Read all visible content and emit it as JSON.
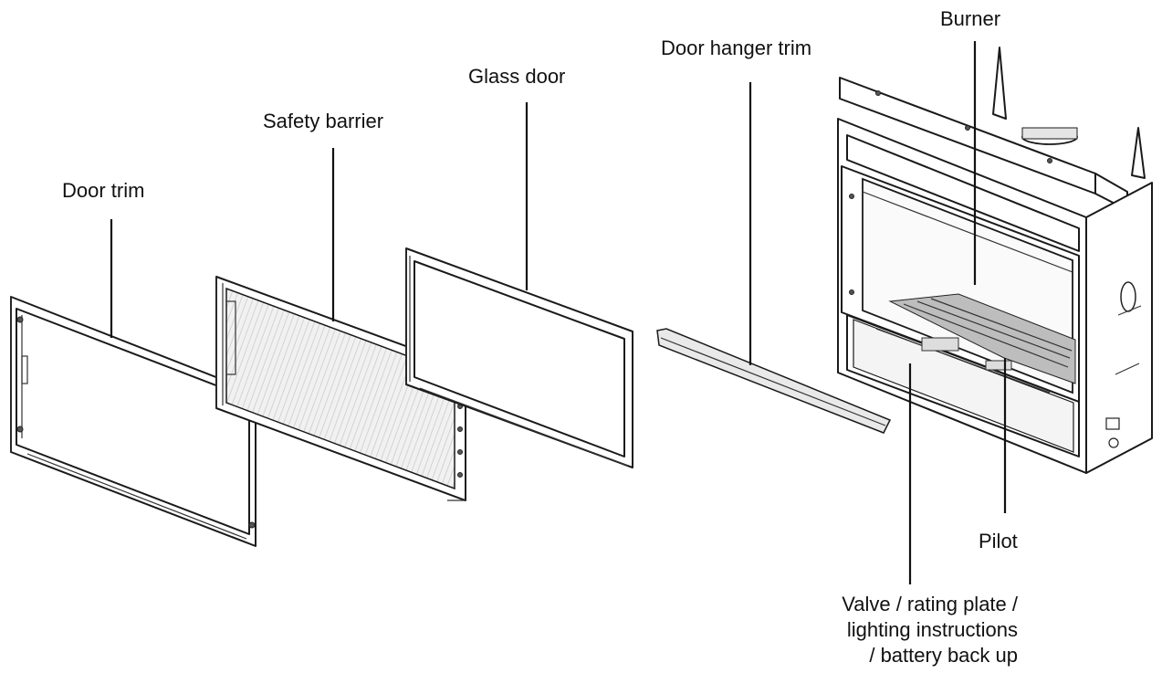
{
  "labels": {
    "door_trim": "Door trim",
    "safety_barrier": "Safety barrier",
    "glass_door": "Glass door",
    "door_hanger_trim": "Door hanger trim",
    "burner": "Burner",
    "pilot": "Pilot",
    "valve_line1": "Valve / rating plate /",
    "valve_line2": "lighting instructions",
    "valve_line3": "/ battery back up"
  }
}
